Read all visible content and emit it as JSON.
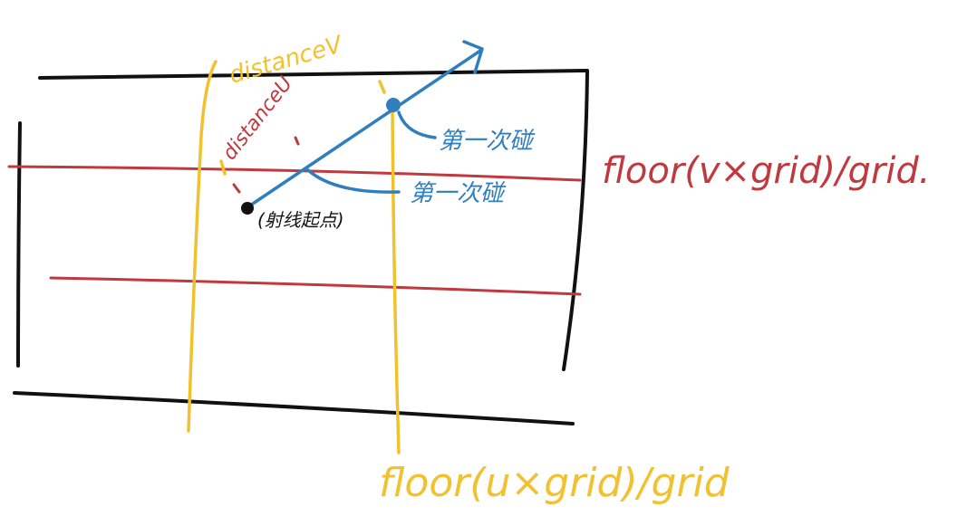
{
  "colors": {
    "border": "#111111",
    "red": "#c0393f",
    "yellow": "#f2c12e",
    "blue": "#2f7fbf",
    "background": "#ffffff"
  },
  "labels": {
    "distance_v": "distanceV",
    "distance_u": "distanceU",
    "floor_v": "floor(v×grid)/grid.",
    "floor_u": "floor(u×grid)/grid",
    "first_hit": "第一次碰",
    "first_hit_other": "第一次碰",
    "origin": "(射线起点)"
  }
}
